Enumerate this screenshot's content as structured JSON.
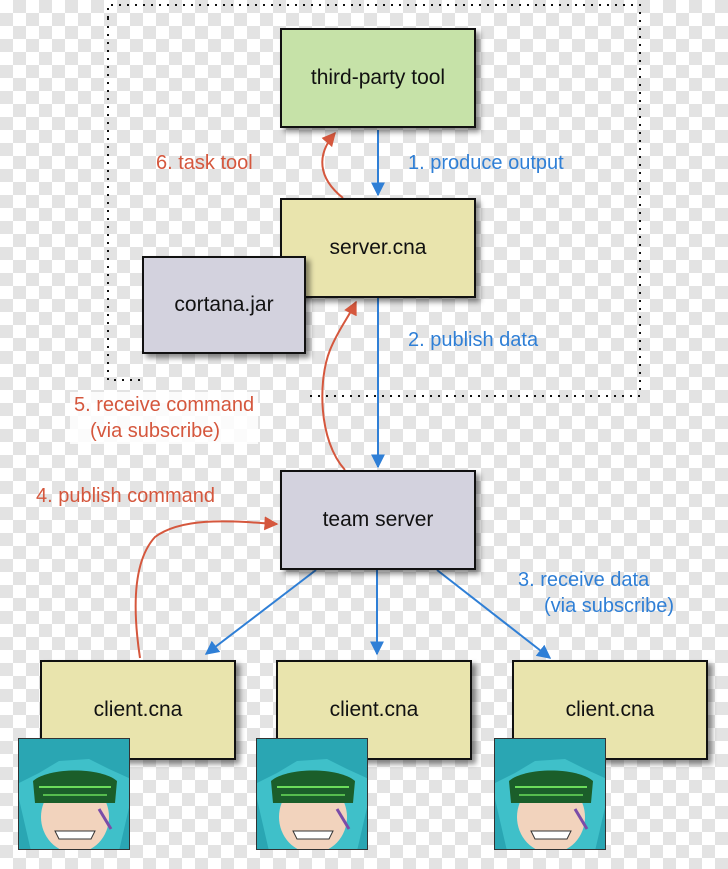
{
  "nodes": {
    "third_party_tool": "third-party tool",
    "server_cna": "server.cna",
    "cortana_jar": "cortana.jar",
    "team_server": "team server",
    "client_cna_1": "client.cna",
    "client_cna_2": "client.cna",
    "client_cna_3": "client.cna"
  },
  "edges": {
    "step1": "1. produce output",
    "step2": "2. publish data",
    "step3_line1": "3. receive data",
    "step3_line2": "(via subscribe)",
    "step4": "4. publish command",
    "step5_line1": "5. receive command",
    "step5_line2": "(via subscribe)",
    "step6": "6. task tool"
  },
  "colors": {
    "data_flow": "#2f7fd6",
    "command_flow": "#d5573d",
    "tool_box": "#c6e2a8",
    "script_box": "#e9e4ad",
    "server_box": "#d3d2de"
  },
  "icons": {
    "avatar": "anime-avatar-icon"
  }
}
